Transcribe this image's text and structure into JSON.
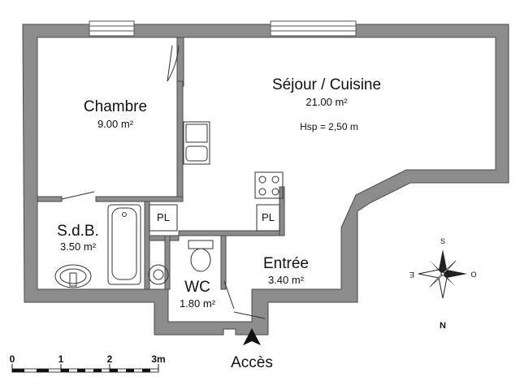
{
  "rooms": {
    "chambre": {
      "name": "Chambre",
      "area": "9.00 m²"
    },
    "sejour": {
      "name": "Séjour / Cuisine",
      "area": "21.00 m²",
      "ceiling": "Hsp =  2,50 m"
    },
    "sdb": {
      "name": "S.d.B.",
      "area": "3.50 m²"
    },
    "entree": {
      "name": "Entrée",
      "area": "3.40 m²"
    },
    "wc": {
      "name": "WC",
      "area": "1.80 m²"
    }
  },
  "closets": {
    "pl_left": "PL",
    "pl_right": "PL"
  },
  "entrance": {
    "label": "Accès"
  },
  "compass": {
    "north": "N",
    "south": "S",
    "east": "E",
    "west": "O"
  },
  "scale": {
    "ticks": [
      "0",
      "1",
      "2",
      "3m"
    ]
  },
  "colors": {
    "wall": "#8c8c8c",
    "wall_edge": "#4a4a4a",
    "floor": "#ffffff",
    "line": "#333333"
  }
}
